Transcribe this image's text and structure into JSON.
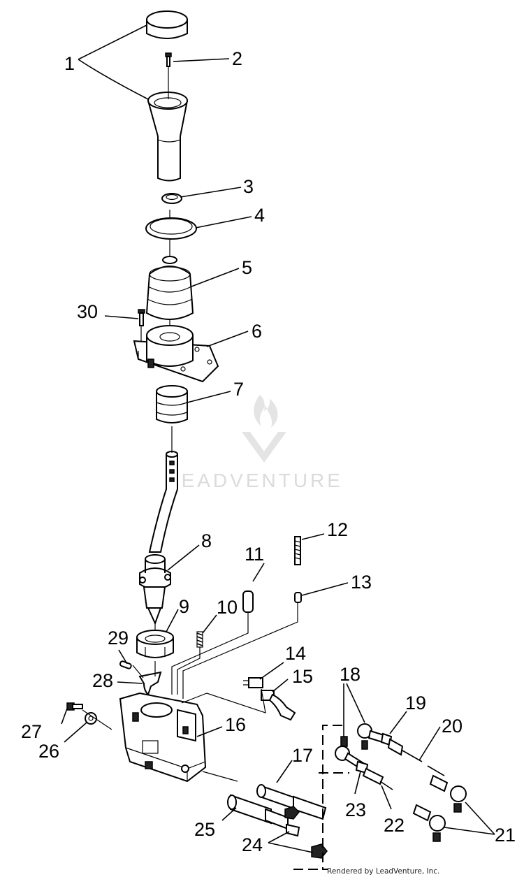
{
  "watermark": {
    "text": "LEADVENTURE"
  },
  "credit": {
    "text": "Rendered by LeadVenture, Inc."
  },
  "callouts": [
    {
      "id": "1",
      "label": "1"
    },
    {
      "id": "2",
      "label": "2"
    },
    {
      "id": "3",
      "label": "3"
    },
    {
      "id": "4",
      "label": "4"
    },
    {
      "id": "5",
      "label": "5"
    },
    {
      "id": "6",
      "label": "6"
    },
    {
      "id": "7",
      "label": "7"
    },
    {
      "id": "8",
      "label": "8"
    },
    {
      "id": "9",
      "label": "9"
    },
    {
      "id": "10",
      "label": "10"
    },
    {
      "id": "11",
      "label": "11"
    },
    {
      "id": "12",
      "label": "12"
    },
    {
      "id": "13",
      "label": "13"
    },
    {
      "id": "14",
      "label": "14"
    },
    {
      "id": "15",
      "label": "15"
    },
    {
      "id": "16",
      "label": "16"
    },
    {
      "id": "17",
      "label": "17"
    },
    {
      "id": "18",
      "label": "18"
    },
    {
      "id": "19",
      "label": "19"
    },
    {
      "id": "20",
      "label": "20"
    },
    {
      "id": "21",
      "label": "21"
    },
    {
      "id": "22",
      "label": "22"
    },
    {
      "id": "23",
      "label": "23"
    },
    {
      "id": "24",
      "label": "24"
    },
    {
      "id": "25",
      "label": "25"
    },
    {
      "id": "26",
      "label": "26"
    },
    {
      "id": "27",
      "label": "27"
    },
    {
      "id": "28",
      "label": "28"
    },
    {
      "id": "29",
      "label": "29"
    },
    {
      "id": "30",
      "label": "30"
    }
  ]
}
